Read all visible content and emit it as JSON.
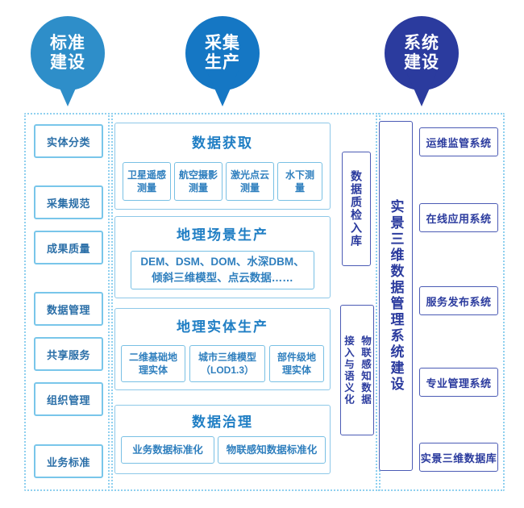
{
  "pins": [
    {
      "name": "standards",
      "line1": "标准",
      "line2": "建设",
      "color": "#2e8ec9"
    },
    {
      "name": "collection",
      "line1": "采集",
      "line2": "生产",
      "color": "#1577c4"
    },
    {
      "name": "system",
      "line1": "系统",
      "line2": "建设",
      "color": "#2b3b9e"
    }
  ],
  "colors": {
    "light_blue_border": "#79c6ea",
    "light_blue_text": "#2b6fa8",
    "panel_title": "#1f7ec4",
    "navy_border": "#4b5bb5",
    "navy_text": "#2b3b9e",
    "zone_border": "#8fd0ef"
  },
  "left_column": {
    "items": [
      {
        "label": "实体分类"
      },
      {
        "label": "采集规范"
      },
      {
        "label": "成果质量"
      },
      {
        "label": "数据管理"
      },
      {
        "label": "共享服务"
      },
      {
        "label": "组织管理"
      },
      {
        "label": "业务标准"
      }
    ]
  },
  "middle_column": {
    "panels": [
      {
        "title": "数据获取",
        "chips": [
          "卫星遥感测量",
          "航空摄影测量",
          "激光点云测量",
          "水下测量"
        ]
      },
      {
        "title": "地理场景生产",
        "wide": "DEM、DSM、DOM、水深DBM、\n倾斜三维模型、点云数据……"
      },
      {
        "title": "地理实体生产",
        "chips": [
          "二维基础地理实体",
          "城市三维模型（LOD1.3）",
          "部件级地理实体"
        ]
      },
      {
        "title": "数据治理",
        "chips": [
          "业务数据标准化",
          "物联感知数据标准化"
        ]
      }
    ]
  },
  "vertical_column": {
    "quality_box": "数据质检入库",
    "iot_box_right": "物联感知数据",
    "iot_box_left": "接入与语义化"
  },
  "center_system": {
    "label": "实景三维数据管理系统建设"
  },
  "right_column": {
    "items": [
      {
        "label": "运维监管系统"
      },
      {
        "label": "在线应用系统"
      },
      {
        "label": "服务发布系统"
      },
      {
        "label": "专业管理系统"
      },
      {
        "label": "实景三维数据库"
      }
    ]
  }
}
